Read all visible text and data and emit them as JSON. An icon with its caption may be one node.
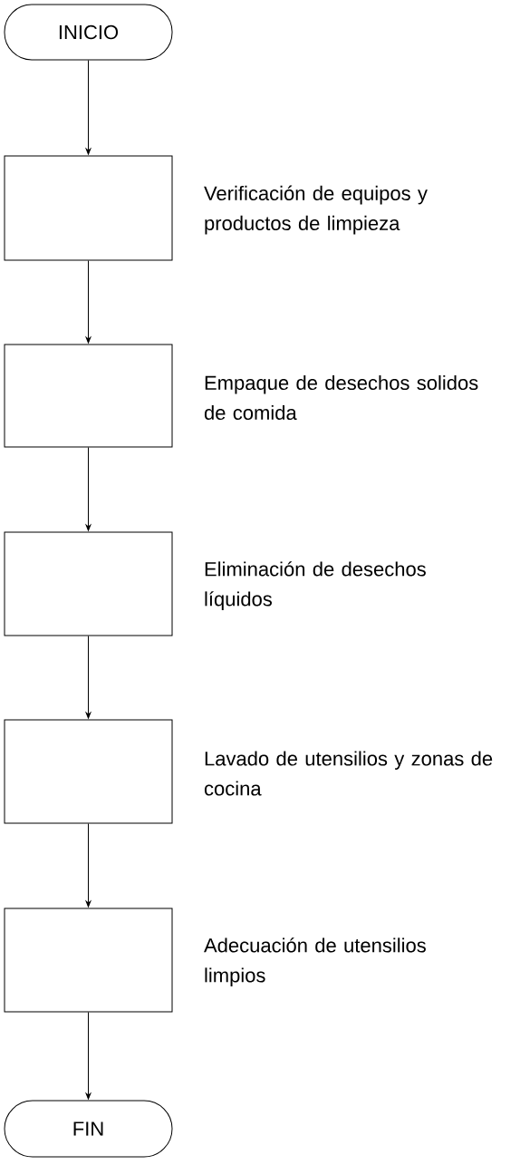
{
  "diagram": {
    "nodes": [
      {
        "text": [
          "INICIO"
        ]
      },
      {
        "text": [],
        "shape": "box",
        "beside": [
          "Verificación de equipos y productos de limpieza"
        ]
      },
      {
        "text": [],
        "shape": "box",
        "beside": [
          "Empaque de desechos solidos de comida"
        ]
      },
      {
        "text": [],
        "shape": "box",
        "beside": [
          "Eliminación de desechos líquidos"
        ]
      },
      {
        "text": [],
        "shape": "box",
        "beside": [
          "Lavado de utensilios y zonas de cocina"
        ]
      },
      {
        "text": [],
        "shape": "box",
        "beside": [
          "Adecuación de utensilios limpios"
        ]
      },
      {
        "text": [
          "FIN"
        ]
      }
    ],
    "edges": [
      {
        "from": 0,
        "to": 1,
        "arrow": "to"
      },
      {
        "from": 1,
        "to": 2,
        "arrow": "to"
      },
      {
        "from": 2,
        "to": 3,
        "arrow": "to"
      },
      {
        "from": 3,
        "to": 4,
        "arrow": "to"
      },
      {
        "from": 4,
        "to": 5,
        "arrow": "to"
      },
      {
        "from": 5,
        "to": 6,
        "arrow": "to"
      }
    ]
  }
}
